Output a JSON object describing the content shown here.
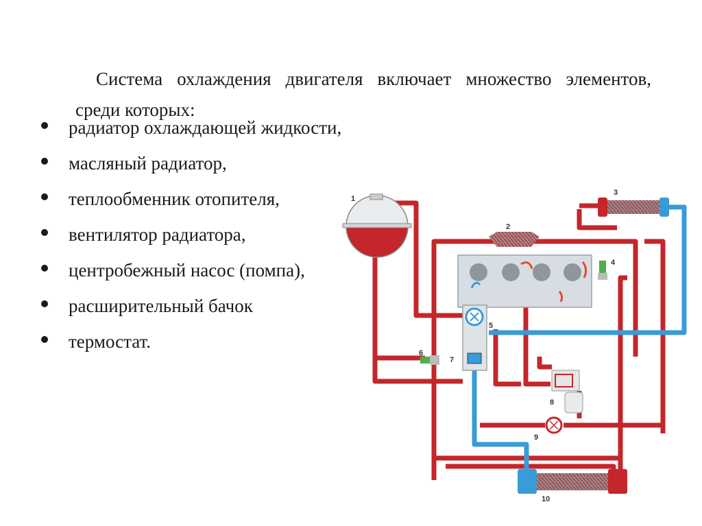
{
  "intro_text": "Система охлаждения двигателя включает множество элементов, среди которых:",
  "items": [
    "радиатор охлаждающей жидкости,",
    "масляный радиатор,",
    "теплообменник отопителя,",
    "вентилятор радиатора,",
    "центробежный насос (помпа),",
    "расширительный бачок",
    "термостат."
  ],
  "diagram": {
    "labels": [
      "1",
      "2",
      "3",
      "4",
      "5",
      "6",
      "7",
      "8",
      "9",
      "10"
    ],
    "colors": {
      "hot": "#c4262b",
      "cold": "#3a9bd6",
      "block": "#d7dde2"
    }
  }
}
